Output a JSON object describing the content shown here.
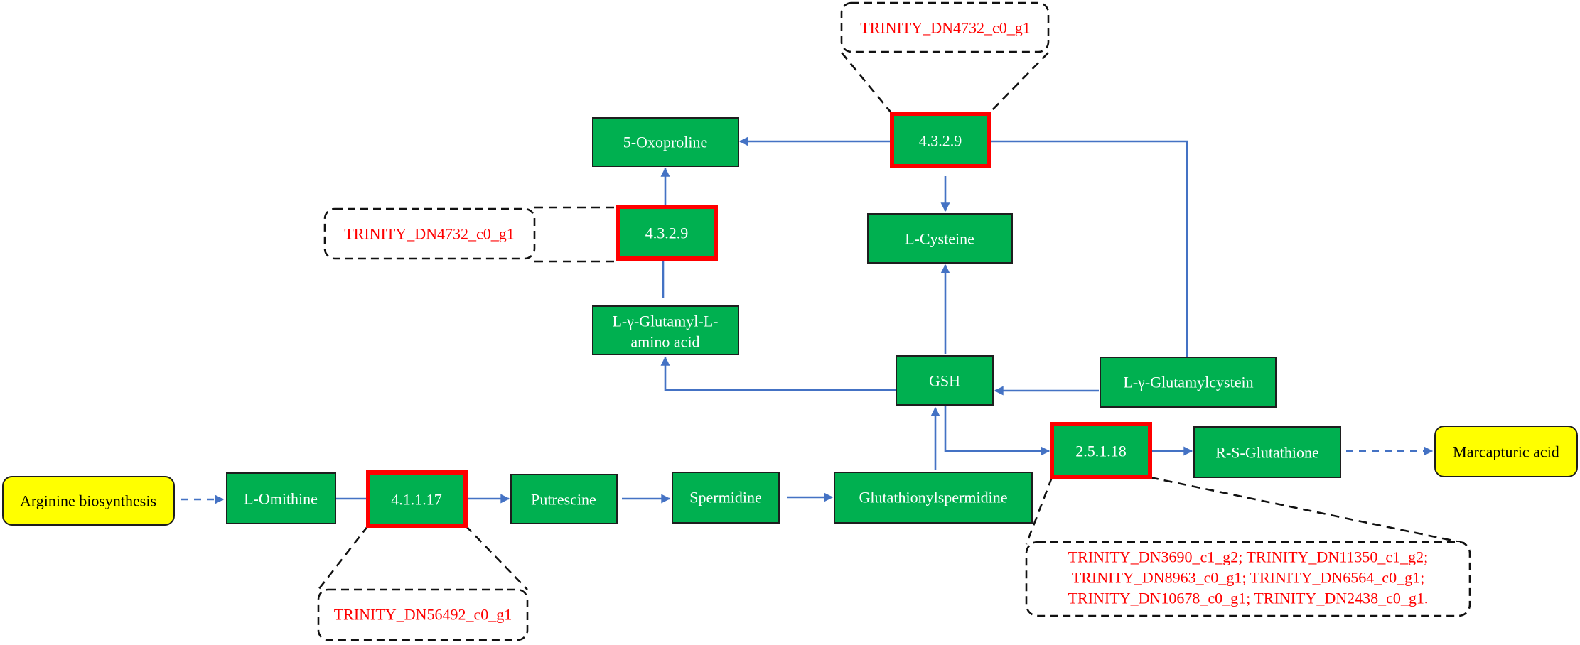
{
  "nodes": {
    "oxoproline": "5-Oxoproline",
    "enzyme_top": "4.3.2.9",
    "cysteine": "L-Cysteine",
    "enzyme_mid": "4.3.2.9",
    "glutamyl_amino_line1": "L-γ-Glutamyl-L-",
    "glutamyl_amino_line2": "amino acid",
    "gsh": "GSH",
    "glutamylcystein": "L-γ-Glutamylcystein",
    "enzyme_gst": "2.5.1.18",
    "rs_glutathione": "R-S-Glutathione",
    "marcapturic": "Marcapturic acid",
    "arginine": "Arginine biosynthesis",
    "ornithine": "L-Omithine",
    "enzyme_odc": "4.1.1.17",
    "putrescine": "Putrescine",
    "spermidine": "Spermidine",
    "glutathionylspermidine": "Glutathionylspermidine"
  },
  "genes": {
    "top": "TRINITY_DN4732_c0_g1",
    "mid": "TRINITY_DN4732_c0_g1",
    "odc": "TRINITY_DN56492_c0_g1",
    "gst_line1": "TRINITY_DN3690_c1_g2; TRINITY_DN11350_c1_g2;",
    "gst_line2": "TRINITY_DN8963_c0_g1; TRINITY_DN6564_c0_g1;",
    "gst_line3": "TRINITY_DN10678_c0_g1; TRINITY_DN2438_c0_g1."
  },
  "colors": {
    "node_fill": "#00B050",
    "enzyme_border": "#FF0000",
    "arrow": "#4472C4",
    "gene_text": "#FF0000",
    "terminal_fill": "#FFFF00"
  }
}
